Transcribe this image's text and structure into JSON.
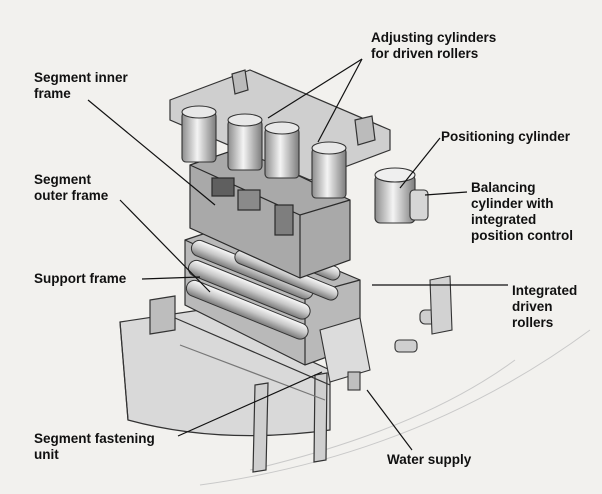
{
  "labels": {
    "adjusting_cylinders": "Adjusting cylinders\nfor driven rollers",
    "segment_inner_frame": "Segment inner\nframe",
    "positioning_cylinder": "Positioning cylinder",
    "segment_outer_frame": "Segment\nouter frame",
    "balancing_cylinder": "Balancing\ncylinder with\nintegrated\nposition control",
    "support_frame": "Support frame",
    "integrated_driven_rollers": "Integrated\ndriven\nrollers",
    "segment_fastening_unit": "Segment fastening\nunit",
    "water_supply": "Water supply"
  }
}
